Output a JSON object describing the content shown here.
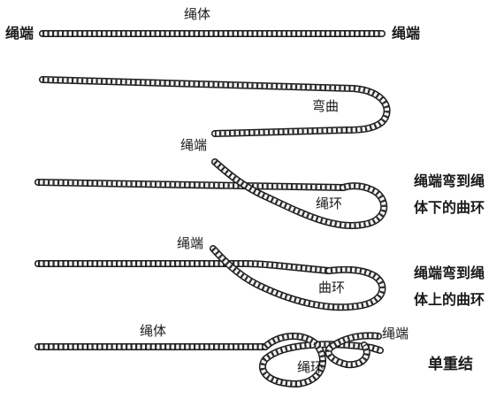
{
  "diagram": {
    "row1": {
      "left_end": "绳端",
      "body": "绳体",
      "right_end": "绳端"
    },
    "row2": {
      "bend": "弯曲"
    },
    "row3": {
      "end": "绳端",
      "loop": "绳环",
      "desc_line1": "绳端弯到绳",
      "desc_line2": "体下的曲环"
    },
    "row4": {
      "end": "绳端",
      "loop": "曲环",
      "desc_line1": "绳端弯到绳",
      "desc_line2": "体上的曲环"
    },
    "row5": {
      "body": "绳体",
      "end": "绳端",
      "loop": "绳环",
      "title": "单重结"
    }
  }
}
